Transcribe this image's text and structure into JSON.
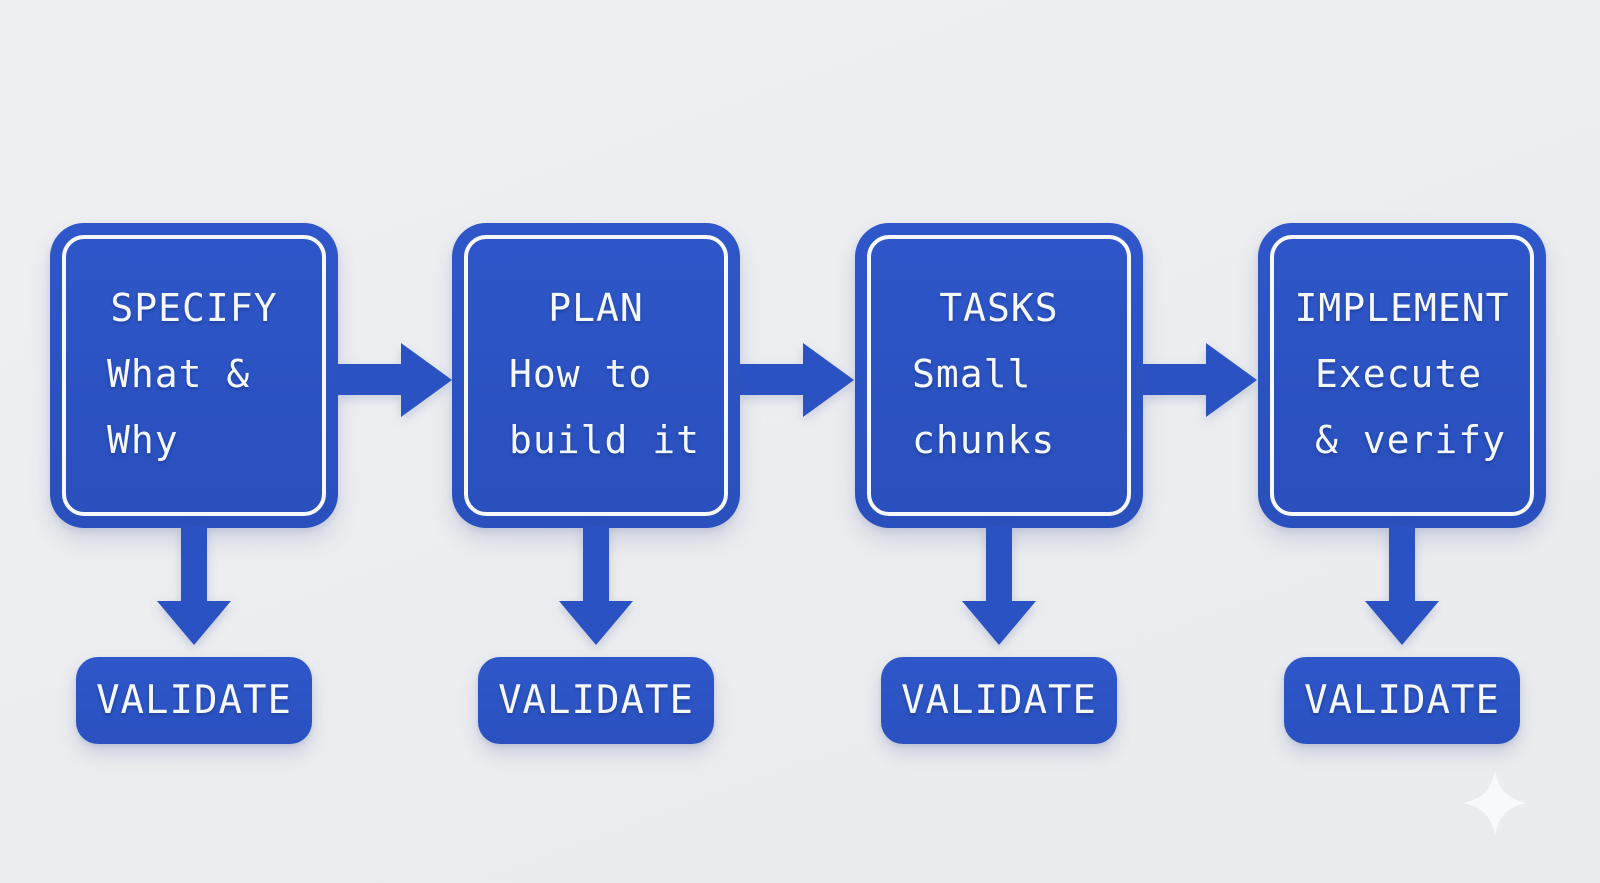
{
  "diagram": {
    "title": "spec-driven development flow",
    "background_color": "#edeff2",
    "accent_blue": "#2b52c2",
    "text_color": "#f4f7fb",
    "stages": [
      {
        "title": "SPECIFY",
        "lines": [
          "What &",
          "Why"
        ],
        "validate_label": "VALIDATE"
      },
      {
        "title": "PLAN",
        "lines": [
          "How to",
          "build it"
        ],
        "validate_label": "VALIDATE"
      },
      {
        "title": "TASKS",
        "lines": [
          "Small",
          "chunks"
        ],
        "validate_label": "VALIDATE"
      },
      {
        "title": "IMPLEMENT",
        "lines": [
          "Execute",
          "& verify"
        ],
        "validate_label": "VALIDATE"
      }
    ],
    "connectors": {
      "horizontal_arrows": 3,
      "vertical_arrows": 4,
      "direction": "left-to-right"
    },
    "icons": {
      "footer": "sparkle-icon"
    }
  }
}
